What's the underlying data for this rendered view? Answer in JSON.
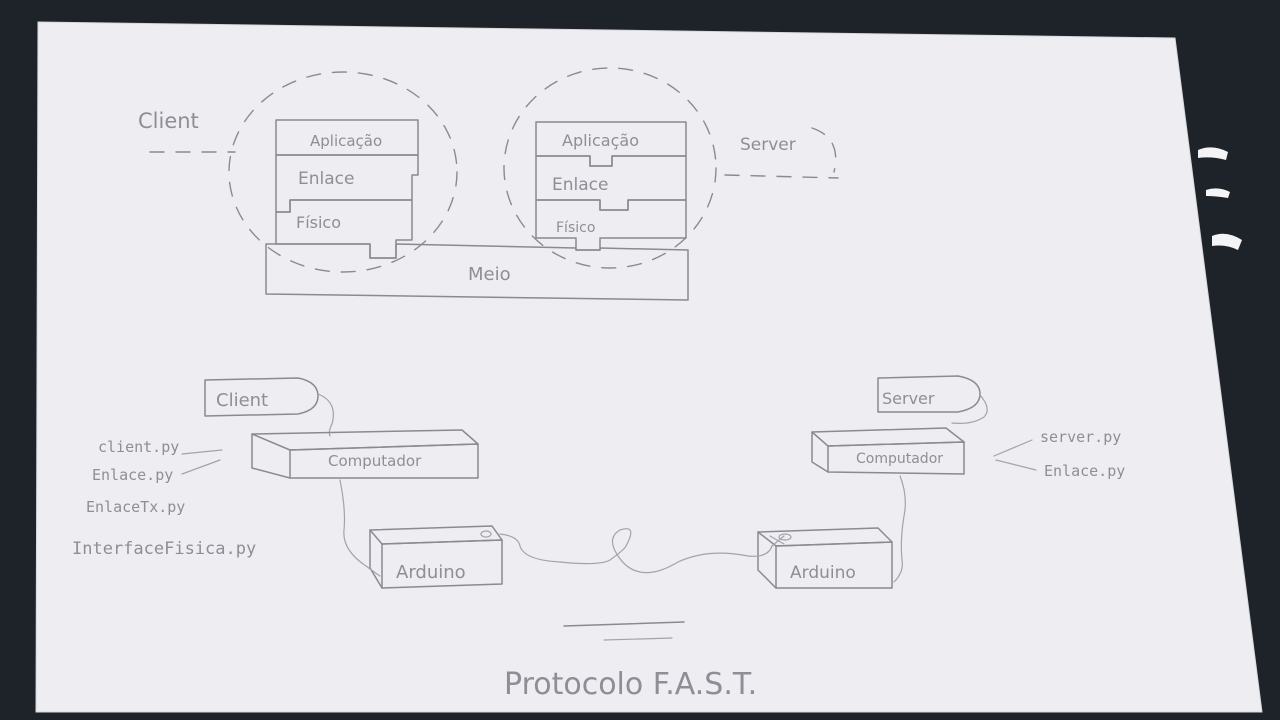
{
  "osi_sketch": {
    "client_label": "Client",
    "server_label": "Server",
    "client_stack": [
      "Aplicação",
      "Enlace",
      "Físico"
    ],
    "server_stack": [
      "Aplicação",
      "Enlace",
      "Físico"
    ],
    "medium_label": "Meio"
  },
  "hardware_sketch": {
    "client_tag": "Client",
    "server_tag": "Server",
    "client_computer": "Computador",
    "server_computer": "Computador",
    "client_arduino": "Arduino",
    "server_arduino": "Arduino",
    "client_files": [
      "client.py",
      "Enlace.py",
      "EnlaceTx.py",
      "InterfaceFisica.py"
    ],
    "server_files": [
      "server.py",
      "Enlace.py"
    ]
  },
  "footer": {
    "title": "Protocolo F.A.S.T."
  },
  "colors": {
    "paper": "#eeedf1",
    "pencil": "#8a8a92",
    "background": "#1d2328"
  }
}
